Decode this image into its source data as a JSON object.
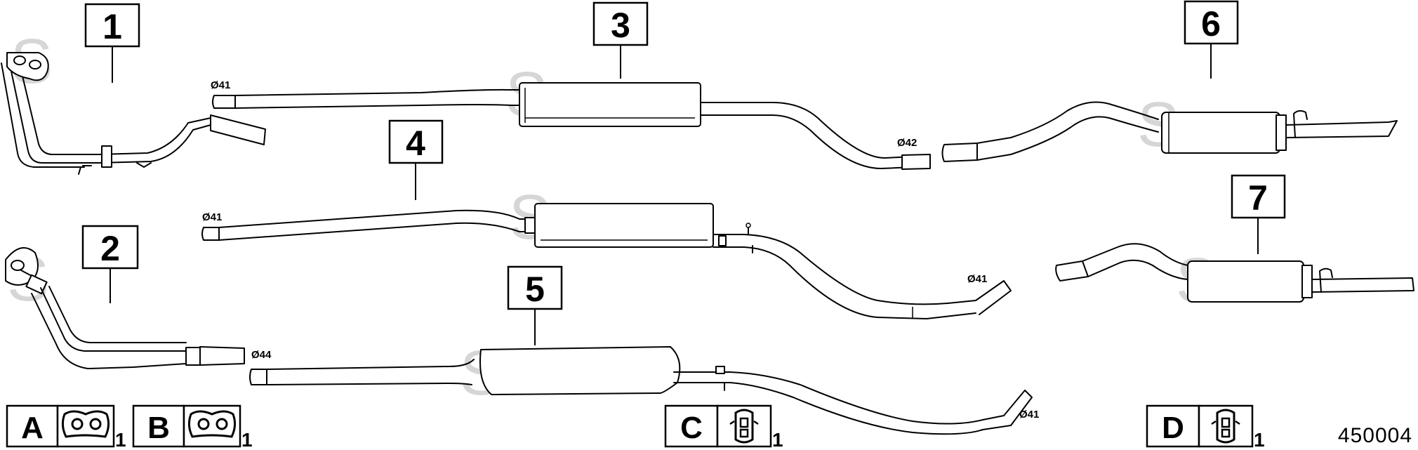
{
  "diagram": {
    "parts": [
      {
        "id": "part-1",
        "number": "1"
      },
      {
        "id": "part-2",
        "number": "2"
      },
      {
        "id": "part-3",
        "number": "3"
      },
      {
        "id": "part-4",
        "number": "4"
      },
      {
        "id": "part-5",
        "number": "5"
      },
      {
        "id": "part-6",
        "number": "6"
      },
      {
        "id": "part-7",
        "number": "7"
      }
    ],
    "dimensions": {
      "p3_in": "Ø41",
      "p3_out": "Ø42",
      "p4_in": "Ø41",
      "p4_out": "Ø41",
      "p5_in": "Ø44",
      "p5_out": "Ø41"
    },
    "legend": [
      {
        "letter": "A",
        "qty": "1",
        "icon": "gasket-icon"
      },
      {
        "letter": "B",
        "qty": "1",
        "icon": "gasket-icon"
      },
      {
        "letter": "C",
        "qty": "1",
        "icon": "rubber-hanger-icon"
      },
      {
        "letter": "D",
        "qty": "1",
        "icon": "rubber-hanger-icon"
      }
    ],
    "reference_number": "450004",
    "watermark": "S"
  }
}
